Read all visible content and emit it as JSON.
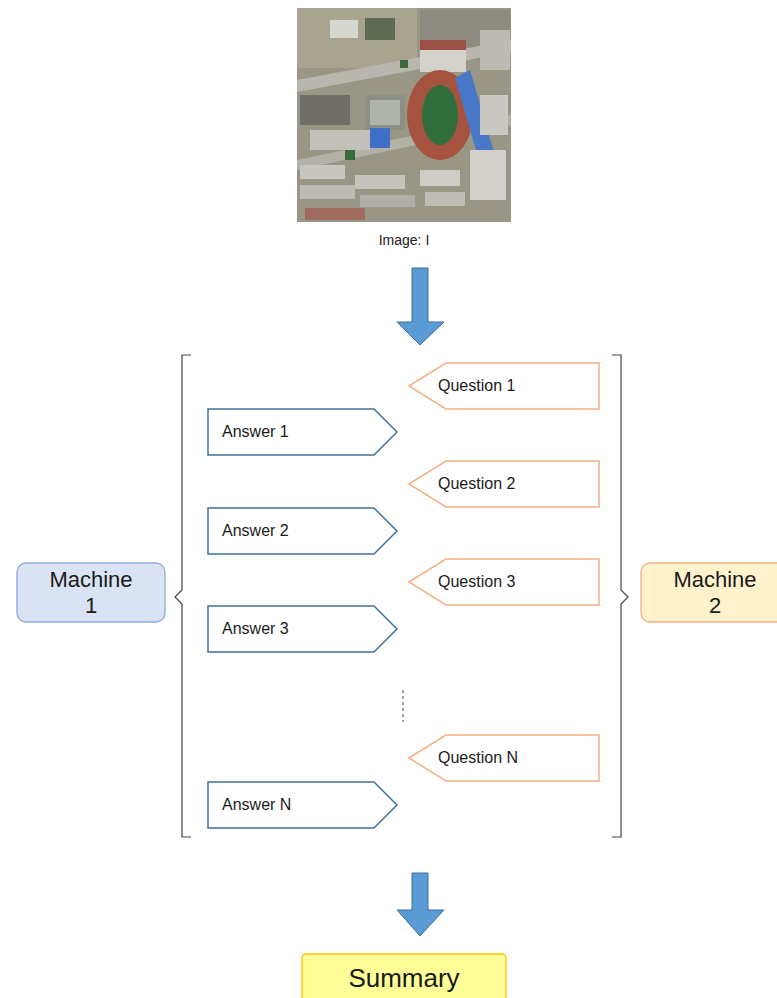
{
  "diagram": {
    "nodes": [
      {
        "text": [
          "Machine 1"
        ]
      },
      {
        "text": [
          "Machine 2"
        ]
      },
      {
        "text": [
          "Question 1"
        ]
      },
      {
        "text": [
          "Answer 1"
        ]
      },
      {
        "text": [
          "Question 2"
        ]
      },
      {
        "text": [
          "Answer 2"
        ]
      },
      {
        "text": [
          "Question 3"
        ]
      },
      {
        "text": [
          "Answer 3"
        ]
      },
      {
        "text": [
          "Question N"
        ]
      },
      {
        "text": [
          "Answer N"
        ]
      },
      {
        "text": [
          "Summary"
        ]
      }
    ],
    "labels": [
      "Image: I"
    ]
  }
}
